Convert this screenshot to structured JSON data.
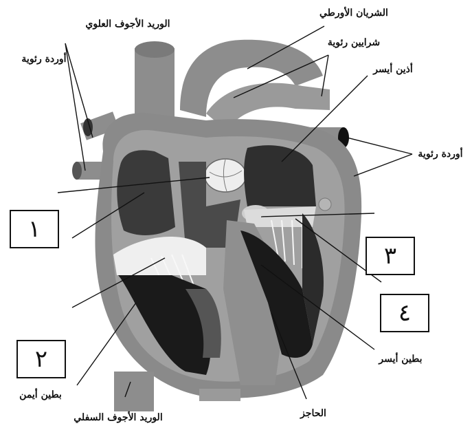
{
  "labels": {
    "superior_vena_cava": "الوريد الأجوف العلوي",
    "aorta": "الشريان الأورطي",
    "pulmonary_arteries": "شرايين رئوية",
    "left_atrium": "أذين أيسر",
    "pulmonary_veins_left": "أوردة رئوية",
    "pulmonary_veins_right": "أوردة رئوية",
    "left_ventricle": "بطين أيسر",
    "septum": "الحاجز",
    "inferior_vena_cava": "الوريد الأجوف السفلي",
    "right_ventricle": "بطين أيمن"
  },
  "answer_boxes": {
    "box1": "١",
    "box2": "٢",
    "box3": "٣",
    "box4": "٤"
  },
  "colors": {
    "heart_outer": "#8a8a8a",
    "heart_mid": "#a3a3a3",
    "chamber_dark": "#3f3f3f",
    "chamber_black": "#1a1a1a",
    "valve_light": "#eeeeee",
    "outline": "#111111"
  }
}
